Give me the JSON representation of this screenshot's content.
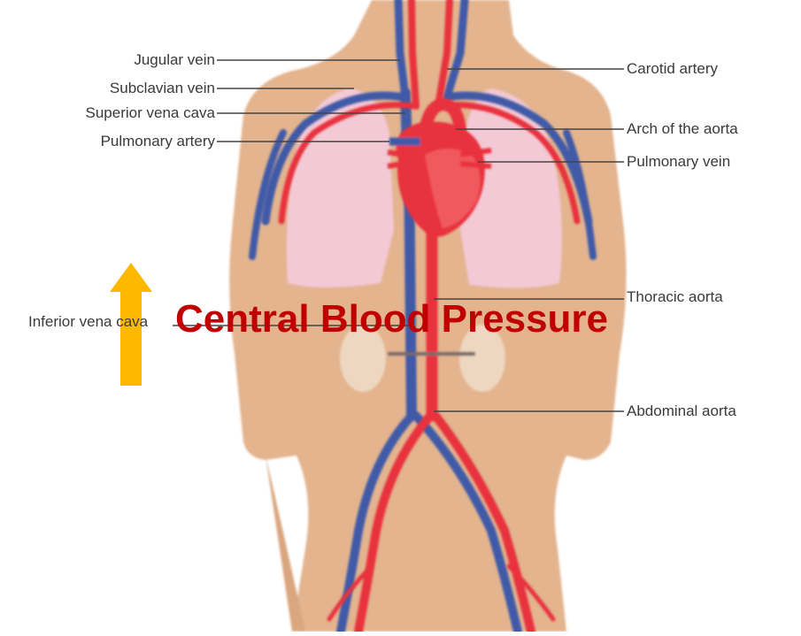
{
  "overlay_title": "Central Blood Pressure",
  "labels": {
    "jugular_vein": "Jugular vein",
    "subclavian_vein": "Subclavian vein",
    "superior_vena_cava": "Superior vena cava",
    "pulmonary_artery": "Pulmonary artery",
    "inferior_vena_cava": "Inferior vena cava",
    "carotid_artery": "Carotid artery",
    "arch_of_aorta": "Arch of the aorta",
    "pulmonary_vein": "Pulmonary vein",
    "thoracic_aorta": "Thoracic aorta",
    "abdominal_aorta": "Abdominal aorta"
  },
  "arrow": {
    "direction": "up",
    "color": "#ffb800",
    "meaning": "increase"
  },
  "colors": {
    "artery": "#e8323c",
    "vein": "#3f5aa8",
    "skin": "#e3b48e",
    "lung": "#f3c9d6",
    "title": "#c00000"
  }
}
